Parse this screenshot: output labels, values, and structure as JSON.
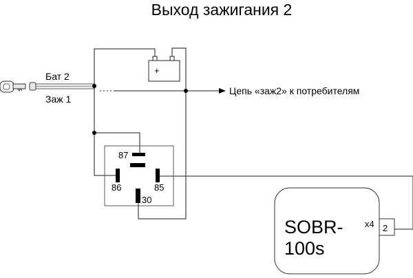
{
  "title": "Выход зажигания 2",
  "ignition": {
    "bat_label": "Бат 2",
    "ign_label": "Заж 1"
  },
  "battery": {
    "plus_label": "+"
  },
  "output_label": "Цепь «заж2» к потребителям",
  "relay": {
    "pins": [
      "87",
      "86",
      "85",
      "30"
    ]
  },
  "device": {
    "name_line1": "SOBR-",
    "name_line2": "100s",
    "connector_label": "x4",
    "pin_label": "2"
  },
  "icons": {
    "key": "ignition-key-icon",
    "battery": "battery-icon",
    "arrow": "arrow-right-icon"
  }
}
